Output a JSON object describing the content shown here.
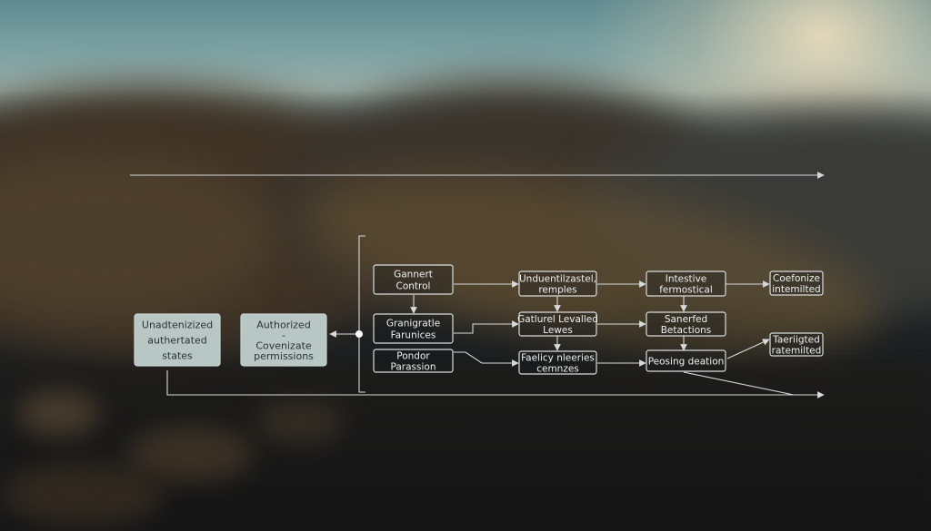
{
  "nodes": [
    {
      "id": "unauth",
      "lines": [
        "Unadtenizized",
        "authertated",
        "states"
      ],
      "style": "solid"
    },
    {
      "id": "authorized",
      "lines": [
        "Authorized",
        "-",
        "Covenizate",
        "permissions"
      ],
      "style": "solid"
    },
    {
      "id": "gannert",
      "lines": [
        "Gannert",
        "Control"
      ],
      "style": "outline"
    },
    {
      "id": "granigratle",
      "lines": [
        "Granigratle",
        "Farunices"
      ],
      "style": "outline"
    },
    {
      "id": "pondor",
      "lines": [
        "Pondor",
        "Parassion"
      ],
      "style": "outline"
    },
    {
      "id": "unduentilzastel",
      "lines": [
        "Unduentilzastel,",
        "remples"
      ],
      "style": "outline"
    },
    {
      "id": "gatlurel",
      "lines": [
        "Gatlurel Levalled",
        "Lewes"
      ],
      "style": "outline"
    },
    {
      "id": "facilicy",
      "lines": [
        "Faelicy nleeries",
        "cemnzes"
      ],
      "style": "outline"
    },
    {
      "id": "intestive",
      "lines": [
        "Intestive",
        "fermostical"
      ],
      "style": "outline"
    },
    {
      "id": "sanerfed",
      "lines": [
        "Sanerfed",
        "Betactions"
      ],
      "style": "outline"
    },
    {
      "id": "peosing",
      "lines": [
        "Peosing deation"
      ],
      "style": "outline"
    },
    {
      "id": "coefonize",
      "lines": [
        "Coefonize",
        "intemilted"
      ],
      "style": "outline"
    },
    {
      "id": "tasriigted",
      "lines": [
        "Taeriigted",
        "ratemilted"
      ],
      "style": "outline"
    }
  ],
  "colors": {
    "stroke": "#d7dada",
    "solid_fill": "#b8c7c3",
    "solid_text": "#2c3332",
    "outline_text": "#eef0f0"
  }
}
